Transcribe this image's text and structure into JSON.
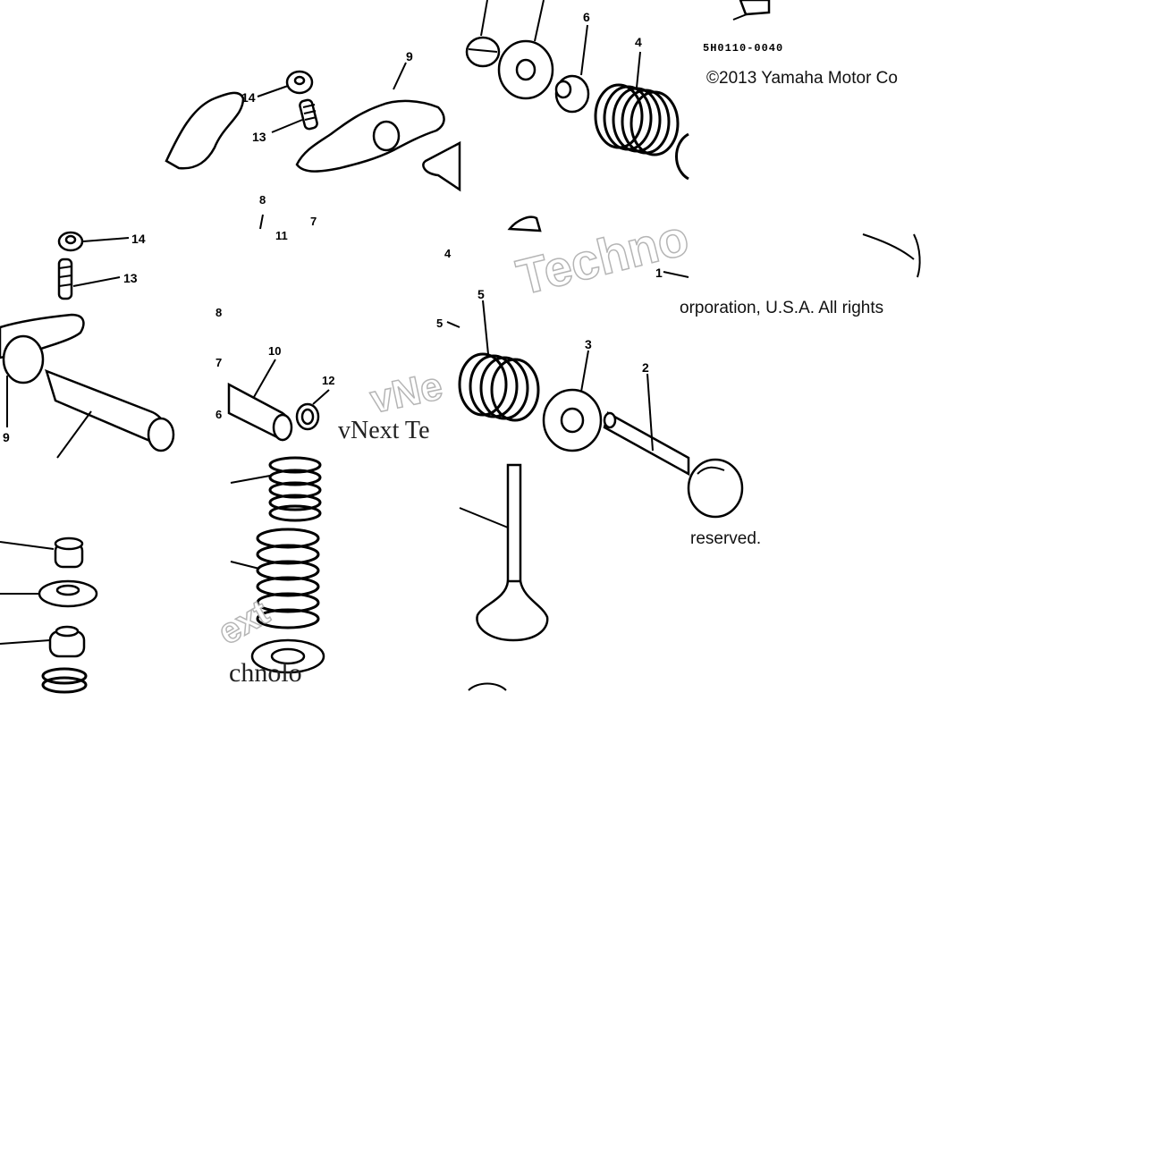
{
  "diagram": {
    "part_code": "5H0110-0040",
    "copyright": {
      "line1": "©2013 Yamaha Motor Co",
      "line2": "orporation, U.S.A. All rights",
      "line3": "reserved."
    },
    "watermark": {
      "outline_text": "Techno",
      "serif_text": "vNext Te",
      "partial_1": "vNe",
      "partial_2": "ext",
      "partial_3": "chnolo"
    },
    "callouts": {
      "tile_a": [
        "14",
        "13",
        "9",
        "8",
        "11",
        "7"
      ],
      "tile_b": [
        "6",
        "4"
      ],
      "tile_c": [
        "14",
        "13",
        "9"
      ],
      "tile_d": [
        "8",
        "7",
        "6",
        "10",
        "12"
      ],
      "tile_e": [
        "5",
        "3",
        "2",
        "4",
        "5",
        "1"
      ]
    }
  }
}
